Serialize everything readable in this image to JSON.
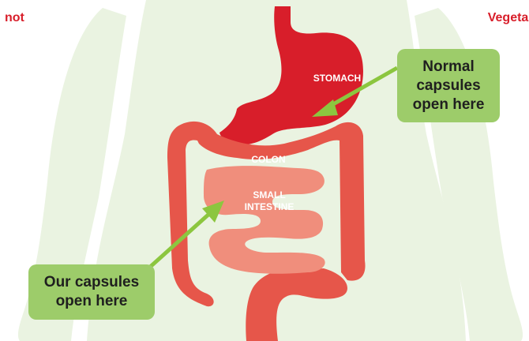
{
  "corner_labels": {
    "left": "not",
    "right": "Vegetari"
  },
  "organs": {
    "stomach": "STOMACH",
    "colon": "COLON",
    "small_intestine": "SMALL\nINTESTINE"
  },
  "callouts": {
    "normal": "Normal\ncapsules\nopen here",
    "ours": "Our capsules\nopen here"
  },
  "colors": {
    "body_silhouette": "#eaf3e1",
    "stomach": "#d81e2a",
    "colon": "#e6564a",
    "small_intestine": "#f08e7c",
    "callout_fill": "#9dcc6a",
    "arrow": "#8cc63f",
    "corner_text": "#d81e2a"
  }
}
